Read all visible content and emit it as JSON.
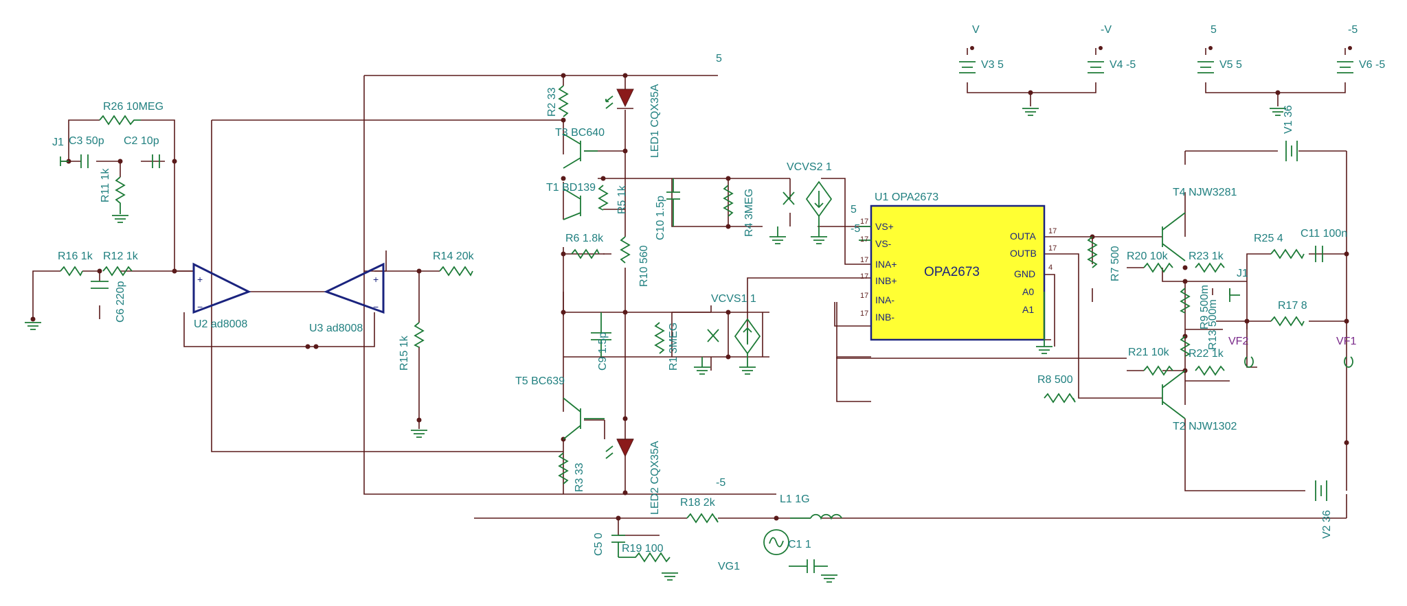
{
  "labels": [
    {
      "id": "j1",
      "text": "J1"
    },
    {
      "id": "c3",
      "text": "C3 50p"
    },
    {
      "id": "c2",
      "text": "C2 10p"
    },
    {
      "id": "r26",
      "text": "R26 10MEG"
    },
    {
      "id": "r11",
      "text": "R11 1k"
    },
    {
      "id": "r16",
      "text": "R16 1k"
    },
    {
      "id": "r12",
      "text": "R12 1k"
    },
    {
      "id": "c6",
      "text": "C6 220p"
    },
    {
      "id": "u2",
      "text": "U2 ad8008"
    },
    {
      "id": "u3",
      "text": "U3 ad8008"
    },
    {
      "id": "r14",
      "text": "R14 20k"
    },
    {
      "id": "r15",
      "text": "R15 1k"
    },
    {
      "id": "r2",
      "text": "R2 33"
    },
    {
      "id": "t3",
      "text": "T3 BC640"
    },
    {
      "id": "t1",
      "text": "T1 BD139"
    },
    {
      "id": "r6",
      "text": "R6 1.8k"
    },
    {
      "id": "r5",
      "text": "R5 1k"
    },
    {
      "id": "r10",
      "text": "R10 560"
    },
    {
      "id": "led1",
      "text": "LED1 CQX35A"
    },
    {
      "id": "c10",
      "text": "C10 1.5p"
    },
    {
      "id": "r4",
      "text": "R4 3MEG"
    },
    {
      "id": "vcvs2",
      "text": "VCVS2 1"
    },
    {
      "id": "c9",
      "text": "C9 1.5p"
    },
    {
      "id": "r1",
      "text": "R1 3MEG"
    },
    {
      "id": "vcvs1",
      "text": "VCVS1 1"
    },
    {
      "id": "t5",
      "text": "T5 BC639"
    },
    {
      "id": "r3",
      "text": "R3 33"
    },
    {
      "id": "led2",
      "text": "LED2 CQX35A"
    },
    {
      "id": "r18",
      "text": "R18 2k"
    },
    {
      "id": "l1",
      "text": "L1 1G"
    },
    {
      "id": "c5",
      "text": "C5 0"
    },
    {
      "id": "r19",
      "text": "R19 100"
    },
    {
      "id": "vg1",
      "text": "VG1"
    },
    {
      "id": "c1",
      "text": "C1 1"
    },
    {
      "id": "u1",
      "text": "U1 OPA2673"
    },
    {
      "id": "u1-body",
      "text": "OPA2673"
    },
    {
      "id": "r7",
      "text": "R7 500"
    },
    {
      "id": "r8",
      "text": "R8 500"
    },
    {
      "id": "r20",
      "text": "R20 10k"
    },
    {
      "id": "r23",
      "text": "R23 1k"
    },
    {
      "id": "r21",
      "text": "R21 10k"
    },
    {
      "id": "r22",
      "text": "R22 1k"
    },
    {
      "id": "r9",
      "text": "R9 500m"
    },
    {
      "id": "r13",
      "text": "R13 500m"
    },
    {
      "id": "j1b",
      "text": "J1"
    },
    {
      "id": "r25",
      "text": "R25 4"
    },
    {
      "id": "c11",
      "text": "C11 100n"
    },
    {
      "id": "r17",
      "text": "R17 8"
    },
    {
      "id": "t4",
      "text": "T4 NJW3281"
    },
    {
      "id": "t2",
      "text": "T2 NJW1302"
    },
    {
      "id": "v1",
      "text": "V1 36"
    },
    {
      "id": "v2",
      "text": "V2 36"
    },
    {
      "id": "v3",
      "text": "V3 5"
    },
    {
      "id": "v4",
      "text": "V4 -5"
    },
    {
      "id": "v5",
      "text": "V5 5"
    },
    {
      "id": "v6",
      "text": "V6 -5"
    },
    {
      "id": "net-v",
      "text": "V"
    },
    {
      "id": "net-mv",
      "text": "-V"
    },
    {
      "id": "net-5a",
      "text": "5"
    },
    {
      "id": "net-m5a",
      "text": "-5"
    },
    {
      "id": "net-5top",
      "text": "5"
    },
    {
      "id": "net-m5bot",
      "text": "-5"
    },
    {
      "id": "net-5u1",
      "text": "5"
    },
    {
      "id": "net-m5u1",
      "text": "-5"
    }
  ],
  "probes": [
    {
      "id": "vf1",
      "text": "VF1"
    },
    {
      "id": "vf2",
      "text": "VF2"
    }
  ],
  "u1_pins": [
    {
      "id": "vsp",
      "text": "VS+"
    },
    {
      "id": "vsm",
      "text": "VS-"
    },
    {
      "id": "inap",
      "text": "INA+"
    },
    {
      "id": "inbp",
      "text": "INB+"
    },
    {
      "id": "inam",
      "text": "INA-"
    },
    {
      "id": "inbm",
      "text": "INB-"
    },
    {
      "id": "outa",
      "text": "OUTA"
    },
    {
      "id": "outb",
      "text": "OUTB"
    },
    {
      "id": "gnd",
      "text": "GND"
    },
    {
      "id": "a0",
      "text": "A0"
    },
    {
      "id": "a1",
      "text": "A1"
    }
  ],
  "pin_numbers": [
    {
      "id": "p1",
      "text": "17"
    },
    {
      "id": "p2",
      "text": "17"
    },
    {
      "id": "p3",
      "text": "17"
    },
    {
      "id": "p4",
      "text": "17"
    },
    {
      "id": "p5",
      "text": "17"
    },
    {
      "id": "p6",
      "text": "17"
    },
    {
      "id": "p7",
      "text": "17"
    },
    {
      "id": "p8",
      "text": "17"
    },
    {
      "id": "p9",
      "text": "4"
    }
  ],
  "opamp_signs": {
    "plus": "+",
    "minus": "−"
  },
  "colors": {
    "wire": "#5a1a1a",
    "component": "#1c7a36",
    "label": "#1f7f7f",
    "opamp": "#1a237e",
    "ic_fill": "#ffff33",
    "led": "#8b1a1a",
    "probe": "#7a2a8a"
  }
}
